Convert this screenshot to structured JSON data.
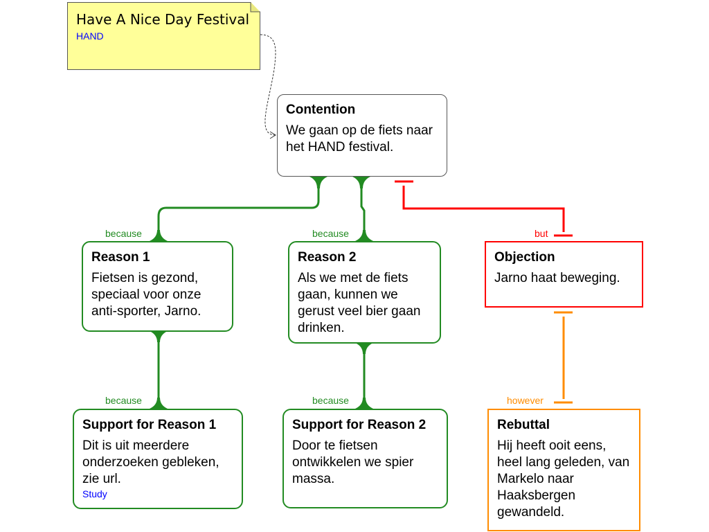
{
  "note": {
    "title": "Have A Nice Day Festival",
    "link": "HAND"
  },
  "contention": {
    "title": "Contention",
    "text": "We gaan op de fiets naar het HAND festival."
  },
  "reason1": {
    "title": "Reason 1",
    "text": "Fietsen is gezond, speciaal voor onze anti-sporter, Jarno."
  },
  "reason2": {
    "title": "Reason 2",
    "text": "Als we met de fiets gaan, kunnen we gerust veel bier gaan drinken."
  },
  "objection": {
    "title": "Objection",
    "text": "Jarno haat beweging."
  },
  "support1": {
    "title": "Support for Reason 1",
    "text": "Dit is uit meerdere onderzoeken gebleken, zie url.",
    "link": "Study"
  },
  "support2": {
    "title": "Support for Reason 2",
    "text": "Door te fietsen ontwikkelen we spier massa."
  },
  "rebuttal": {
    "title": "Rebuttal",
    "text": "Hij heeft ooit eens, heel lang geleden, van Markelo naar Haaksbergen gewandeld."
  },
  "labels": {
    "because": "because",
    "but": "but",
    "however": "however"
  },
  "colors": {
    "support": "#228b22",
    "objection": "#ff0000",
    "rebuttal": "#ff8c00",
    "note": "#ffff99"
  }
}
